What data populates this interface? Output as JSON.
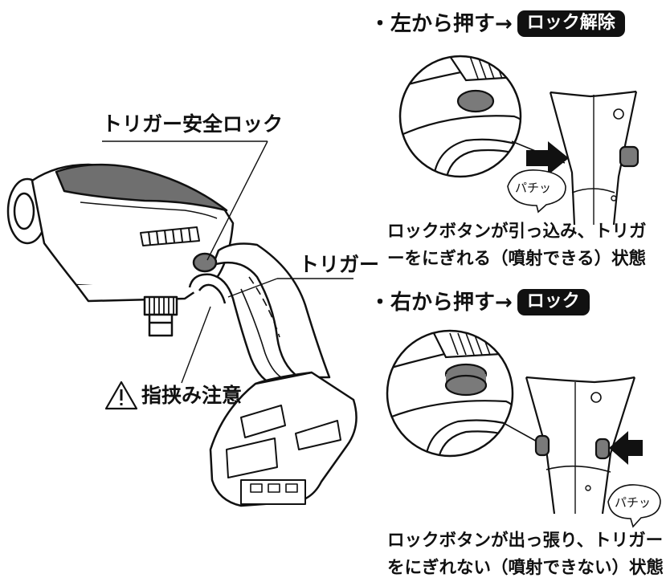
{
  "labels": {
    "trigger_safety_lock": "トリガー安全ロック",
    "trigger": "トリガー",
    "pinch_caution": "指挟み注意"
  },
  "unlock": {
    "instruction": "・左から押す→",
    "badge": "ロック解除",
    "sound": "パチッ",
    "result_line1": "ロックボタンが引っ込み、トリガ",
    "result_line2": "ーをにぎれる（噴射できる）状態"
  },
  "lock": {
    "instruction": "・右から押す→",
    "badge": "ロック",
    "sound": "パチッ",
    "result_line1": "ロックボタンが出っ張り、トリガー",
    "result_line2": "をにぎれない（噴射できない）状態"
  }
}
